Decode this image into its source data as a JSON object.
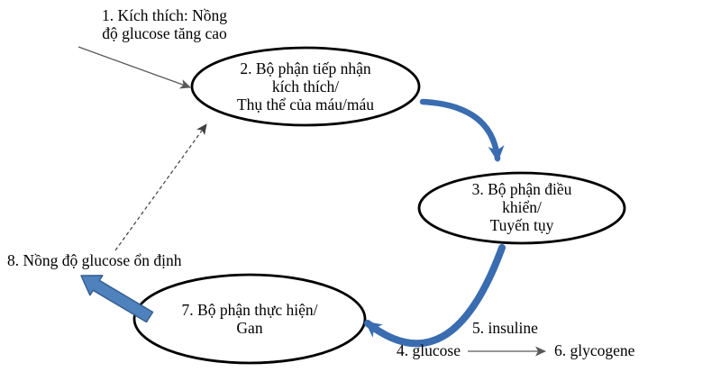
{
  "diagram": {
    "title_implicit": "Glucose homeostasis feedback loop",
    "stimulus_label": "1. Kích thích: Nồng\nđộ glucose tăng cao",
    "receptor_node": "2. Bộ phận tiếp nhận\nkích thích/\nThụ thể của máu/máu",
    "control_node": "3. Bộ phận điều\nkhiển/\nTuyến tụy",
    "effector_node": "7. Bộ phận thực hiện/\nGan",
    "result_label": "8. Nồng độ glucose ổn định",
    "insuline_label": "5. insuline",
    "glucose_label": "4. glucose",
    "glycogene_label": "6. glycogene"
  },
  "colors": {
    "background": "#ffffff",
    "text": "#000000",
    "ellipse_stroke": "#000000",
    "thin_arrow_gray": "#595959",
    "dashed_arrow": "#3f3f3f",
    "curve_arrow_blue": "#3a6cb0",
    "block_arrow_fill": "#4f81bd",
    "block_arrow_stroke": "#365f91"
  }
}
